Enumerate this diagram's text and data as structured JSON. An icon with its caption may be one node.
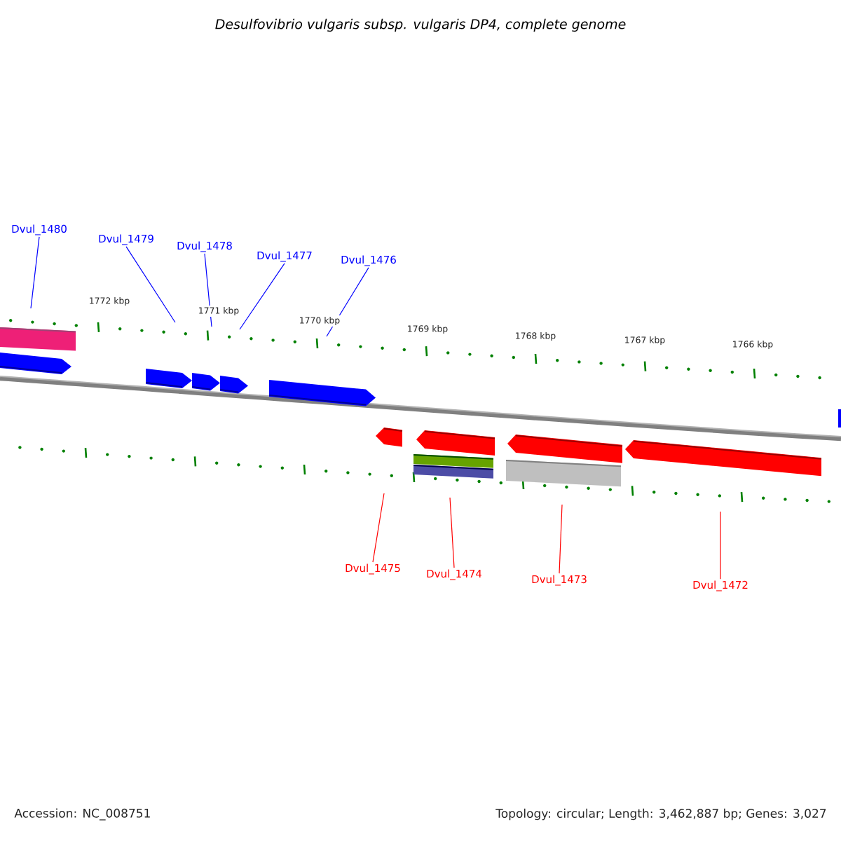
{
  "diagram": {
    "title": "Desulfovibrio vulgaris subsp. vulgaris DP4, complete genome",
    "nodes": [
      {
        "text": [
          "Dvul_1480"
        ]
      },
      {
        "text": [
          "Dvul_1479"
        ]
      },
      {
        "text": [
          "Dvul_1478"
        ]
      },
      {
        "text": [
          "Dvul_1477"
        ]
      },
      {
        "text": [
          "Dvul_1476"
        ]
      },
      {
        "text": [
          "Dvul_1475"
        ]
      },
      {
        "text": [
          "Dvul_1474"
        ]
      },
      {
        "text": [
          "Dvul_1473"
        ]
      },
      {
        "text": [
          "Dvul_1472"
        ]
      }
    ],
    "edges": [
      {
        "from": 0,
        "to": null,
        "arrow": "none"
      },
      {
        "from": 1,
        "to": null,
        "arrow": "none"
      },
      {
        "from": 2,
        "to": null,
        "arrow": "none"
      },
      {
        "from": 3,
        "to": null,
        "arrow": "none"
      },
      {
        "from": 4,
        "to": null,
        "arrow": "none"
      },
      {
        "from": 5,
        "to": null,
        "arrow": "none",
        "color": "#ff0000"
      },
      {
        "from": 6,
        "to": null,
        "arrow": "none",
        "color": "#ff0000"
      },
      {
        "from": 7,
        "to": null,
        "arrow": "none",
        "color": "#ff0000"
      },
      {
        "from": 8,
        "to": null,
        "arrow": "none",
        "color": "#ff0000"
      }
    ],
    "labels": [
      "1772 kbp",
      "1771 kbp",
      "1770 kbp",
      "1769 kbp",
      "1768 kbp",
      "1767 kbp",
      "1766 kbp",
      "Accession: NC_008751",
      "Topology: circular; Length: 3,462,887 bp; Genes: 3,027"
    ]
  }
}
